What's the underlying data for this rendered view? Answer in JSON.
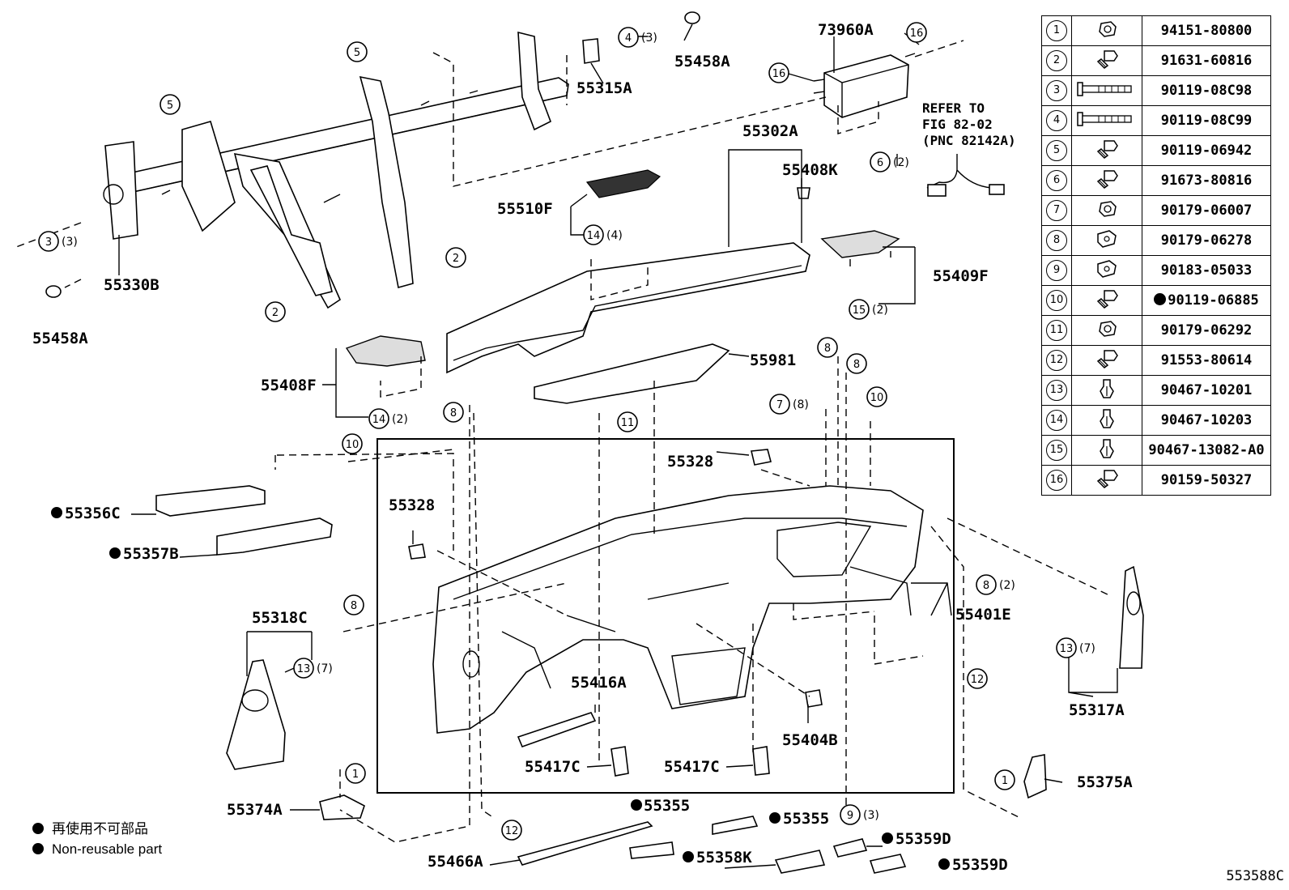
{
  "diagram": {
    "figure_code": "553588C",
    "refer_note": [
      "REFER TO",
      "FIG 82-02",
      "(PNC 82142A)"
    ],
    "legend": [
      {
        "text": "再使用不可部品"
      },
      {
        "text": "Non-reusable part"
      }
    ],
    "labels": {
      "p55458A_top": "55458A",
      "p55315A": "55315A",
      "p73960A": "73960A",
      "p55302A": "55302A",
      "p55408K": "55408K",
      "p55510F": "55510F",
      "p55409F": "55409F",
      "p55330B": "55330B",
      "p55458A_left": "55458A",
      "p55408F": "55408F",
      "p55981": "55981",
      "p55328_top": "55328",
      "p55328_mid": "55328",
      "p55356C": "55356C",
      "p55357B": "55357B",
      "p55318C": "55318C",
      "p55401E": "55401E",
      "p55317A": "55317A",
      "p55416A": "55416A",
      "p55404B": "55404B",
      "p55417C_left": "55417C",
      "p55417C_right": "55417C",
      "p55374A": "55374A",
      "p55375A": "55375A",
      "p55355_a": "55355",
      "p55355_b": "55355",
      "p55359D_a": "55359D",
      "p55359D_b": "55359D",
      "p55358K": "55358K",
      "p55466A": "55466A"
    },
    "callouts": {
      "c5a": "5",
      "c5b": "5",
      "c4": "4",
      "q4": "(3)",
      "c16a": "16",
      "c16b": "16",
      "c6": "6",
      "q6": "(2)",
      "c3": "3",
      "q3": "(3)",
      "c2a": "2",
      "c2b": "2",
      "c14a": "14",
      "q14a": "(4)",
      "c15": "15",
      "q15": "(2)",
      "c14b": "14",
      "q14b": "(2)",
      "c8a": "8",
      "c8b": "8",
      "c8c": "8",
      "c8d": "8",
      "q8d": "(2)",
      "c7": "7",
      "q7": "(8)",
      "c10a": "10",
      "c10b": "10",
      "c11": "11",
      "c13a": "13",
      "q13a": "(7)",
      "c13b": "13",
      "q13b": "(7)",
      "c12a": "12",
      "c12b": "12",
      "c1a": "1",
      "c1b": "1",
      "c9": "9",
      "q9": "(3)"
    },
    "parts_table": [
      {
        "no": "1",
        "part": "94151-80800",
        "nonreusable": false,
        "icon": "nut-icon"
      },
      {
        "no": "2",
        "part": "91631-60816",
        "nonreusable": false,
        "icon": "bolt-icon"
      },
      {
        "no": "3",
        "part": "90119-08C98",
        "nonreusable": false,
        "icon": "long-bolt-icon"
      },
      {
        "no": "4",
        "part": "90119-08C99",
        "nonreusable": false,
        "icon": "long-bolt-icon"
      },
      {
        "no": "5",
        "part": "90119-06942",
        "nonreusable": false,
        "icon": "bolt-icon"
      },
      {
        "no": "6",
        "part": "91673-80816",
        "nonreusable": false,
        "icon": "bolt-icon"
      },
      {
        "no": "7",
        "part": "90179-06007",
        "nonreusable": false,
        "icon": "nut-icon"
      },
      {
        "no": "8",
        "part": "90179-06278",
        "nonreusable": false,
        "icon": "clip-nut-icon"
      },
      {
        "no": "9",
        "part": "90183-05033",
        "nonreusable": false,
        "icon": "clip-nut-icon"
      },
      {
        "no": "10",
        "part": "90119-06885",
        "nonreusable": true,
        "icon": "bolt-icon"
      },
      {
        "no": "11",
        "part": "90179-06292",
        "nonreusable": false,
        "icon": "nut-icon"
      },
      {
        "no": "12",
        "part": "91553-80614",
        "nonreusable": false,
        "icon": "bolt-icon"
      },
      {
        "no": "13",
        "part": "90467-10201",
        "nonreusable": false,
        "icon": "clip-icon"
      },
      {
        "no": "14",
        "part": "90467-10203",
        "nonreusable": false,
        "icon": "clip-icon"
      },
      {
        "no": "15",
        "part": "90467-13082-A0",
        "nonreusable": false,
        "icon": "clip-icon"
      },
      {
        "no": "16",
        "part": "90159-50327",
        "nonreusable": false,
        "icon": "bolt-icon"
      }
    ]
  }
}
